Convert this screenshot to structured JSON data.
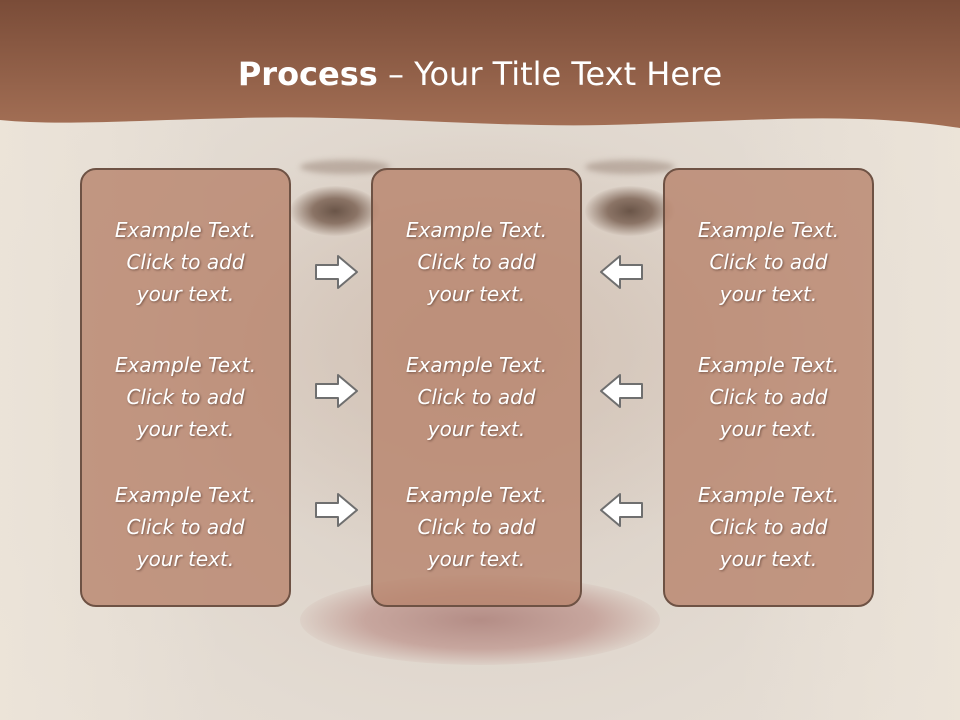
{
  "slide": {
    "title_bold": "Process",
    "title_rest": " – Your Title Text Here"
  },
  "columns": [
    {
      "blocks": [
        {
          "l1": "Example Text.",
          "l2": "Click  to add",
          "l3": "your text."
        },
        {
          "l1": "Example Text.",
          "l2": "Click  to add",
          "l3": "your text."
        },
        {
          "l1": "Example Text.",
          "l2": "Click  to add",
          "l3": "your text."
        }
      ]
    },
    {
      "blocks": [
        {
          "l1": "Example Text.",
          "l2": "Click  to add",
          "l3": "your text."
        },
        {
          "l1": "Example Text.",
          "l2": "Click  to add",
          "l3": "your text."
        },
        {
          "l1": "Example Text.",
          "l2": "Click  to add",
          "l3": "your text."
        }
      ]
    },
    {
      "blocks": [
        {
          "l1": "Example Text.",
          "l2": "Click  to add",
          "l3": "your text."
        },
        {
          "l1": "Example Text.",
          "l2": "Click  to add",
          "l3": "your text."
        },
        {
          "l1": "Example Text.",
          "l2": "Click  to add",
          "l3": "your text."
        }
      ]
    }
  ],
  "arrows": {
    "left_group": "right-arrow-icon",
    "right_group": "left-arrow-icon"
  },
  "colors": {
    "title_band": "#8a5a44",
    "box_fill": "#b8856e",
    "box_border": "#6e5244",
    "text": "#ffffff"
  }
}
